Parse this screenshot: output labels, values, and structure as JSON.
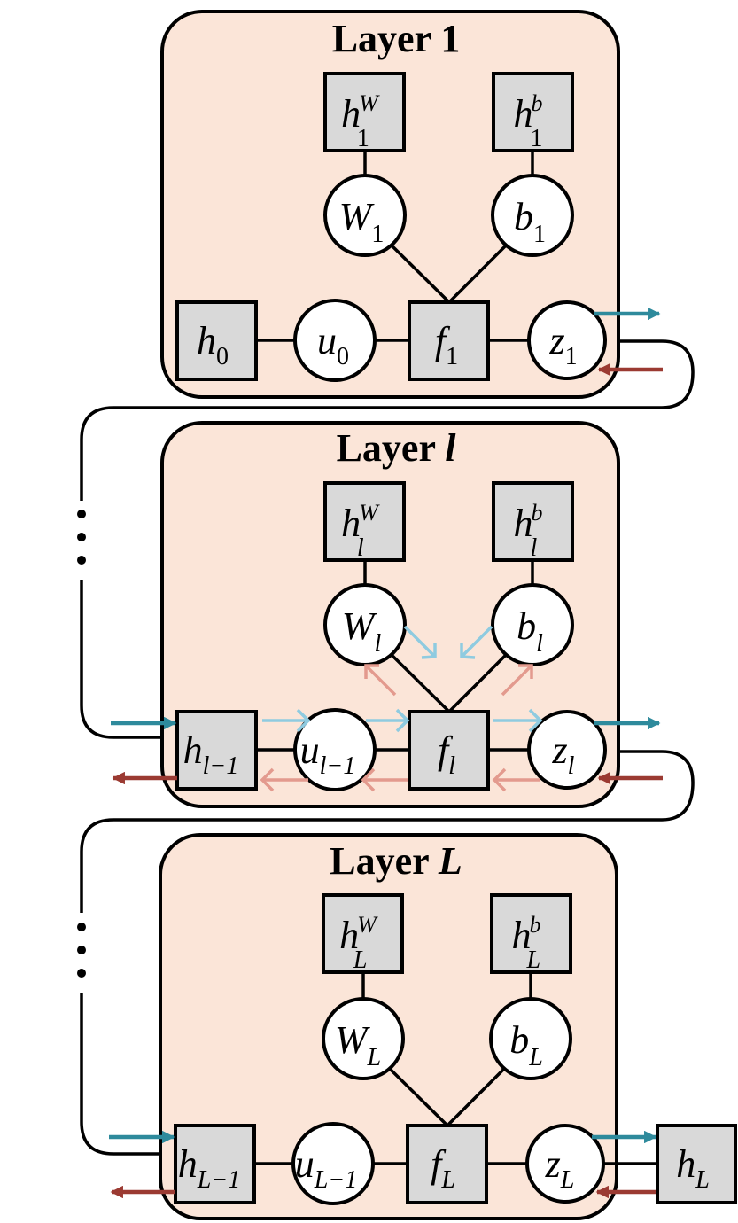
{
  "colors": {
    "layer_fill": "#fbe5d8",
    "factor_fill": "#d9d9d9",
    "variable_fill": "#ffffff",
    "forward_arrow": "#2e8a9c",
    "backward_arrow": "#9b3a32",
    "forward_arrow_light": "#8fcbe0",
    "backward_arrow_light": "#e39a8e"
  },
  "layers": [
    {
      "title_prefix": "Layer ",
      "title_var": "1",
      "hW": {
        "base": "h",
        "sub": "1",
        "sup": "W"
      },
      "hb": {
        "base": "h",
        "sub": "1",
        "sup": "b"
      },
      "W": {
        "base": "W",
        "sub": "1"
      },
      "b": {
        "base": "b",
        "sub": "1"
      },
      "hin": {
        "base": "h",
        "sub": "0"
      },
      "u": {
        "base": "u",
        "sub": "0"
      },
      "f": {
        "base": "f",
        "sub": "1"
      },
      "z": {
        "base": "z",
        "sub": "1"
      }
    },
    {
      "title_prefix": "Layer ",
      "title_var": "l",
      "hW": {
        "base": "h",
        "sub": "l",
        "sup": "W"
      },
      "hb": {
        "base": "h",
        "sub": "l",
        "sup": "b"
      },
      "W": {
        "base": "W",
        "sub": "l"
      },
      "b": {
        "base": "b",
        "sub": "l"
      },
      "hin": {
        "base": "h",
        "sub": "l−1"
      },
      "u": {
        "base": "u",
        "sub": "l−1"
      },
      "f": {
        "base": "f",
        "sub": "l"
      },
      "z": {
        "base": "z",
        "sub": "l"
      }
    },
    {
      "title_prefix": "Layer ",
      "title_var": "L",
      "hW": {
        "base": "h",
        "sub": "L",
        "sup": "W"
      },
      "hb": {
        "base": "h",
        "sub": "L",
        "sup": "b"
      },
      "W": {
        "base": "W",
        "sub": "L"
      },
      "b": {
        "base": "b",
        "sub": "L"
      },
      "hin": {
        "base": "h",
        "sub": "L−1"
      },
      "u": {
        "base": "u",
        "sub": "L−1"
      },
      "f": {
        "base": "f",
        "sub": "L"
      },
      "z": {
        "base": "z",
        "sub": "L"
      }
    }
  ],
  "output": {
    "base": "h",
    "sub": "L"
  }
}
